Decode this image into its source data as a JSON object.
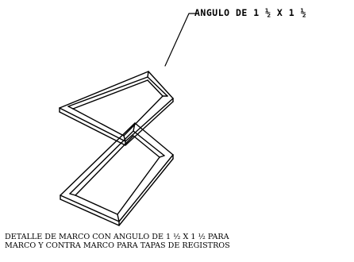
{
  "callout": {
    "label": "ANGULO DE 1 ½ X 1 ½"
  },
  "caption": {
    "line1": "DETALLE DE MARCO CON ANGULO DE 1 ½ X 1 ½  PARA",
    "line2": "MARCO Y CONTRA MARCO PARA TAPAS DE REGISTROS"
  },
  "colors": {
    "ink": "#000000",
    "background": "#ffffff"
  }
}
